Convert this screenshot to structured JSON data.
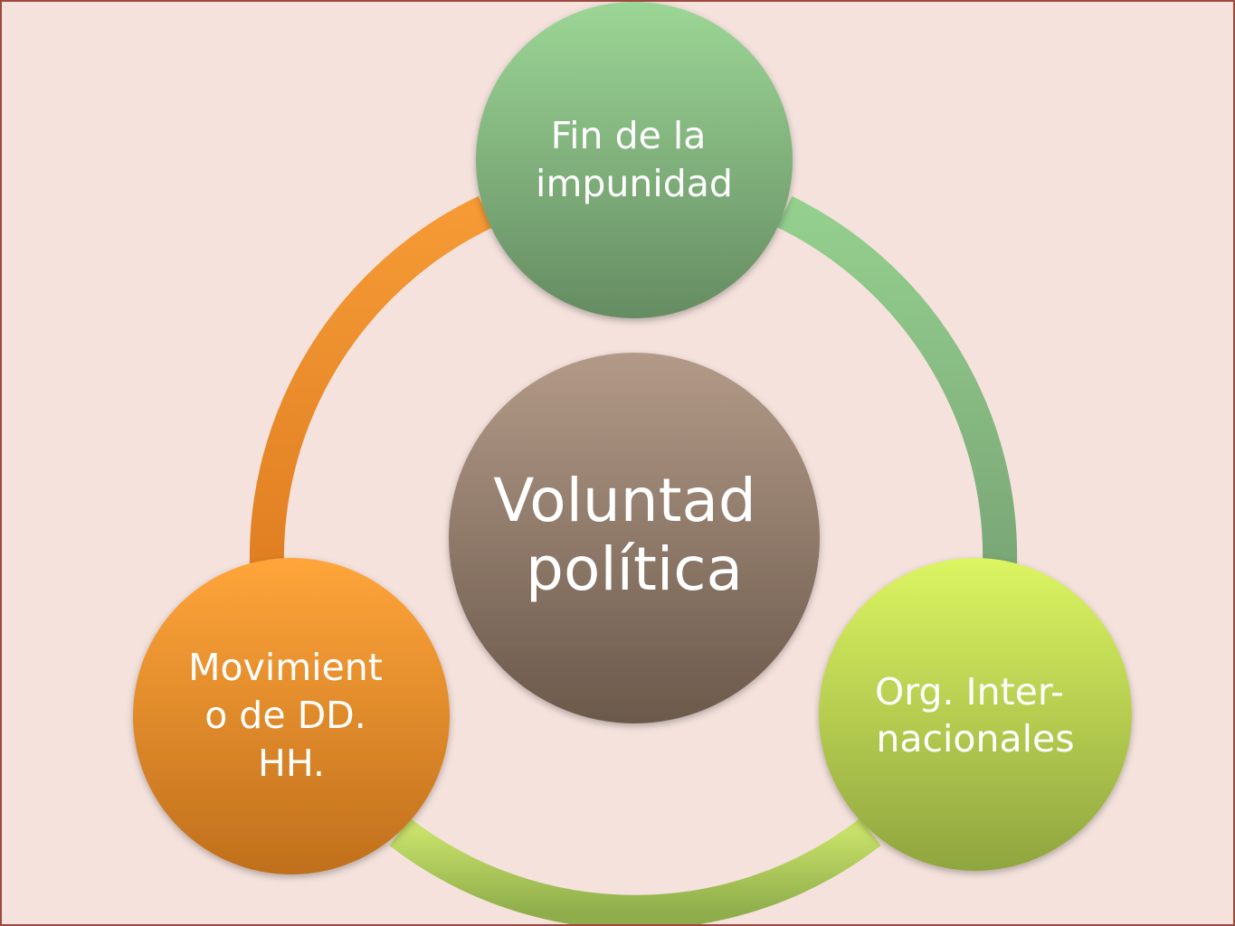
{
  "diagram": {
    "type": "cycle",
    "center": {
      "lines": [
        "Voluntad",
        "política"
      ],
      "color_top": "#b39a88",
      "color_bottom": "#6b594b"
    },
    "nodes": [
      {
        "id": "fin-impunidad",
        "lines": [
          "Fin de la",
          "impunidad"
        ],
        "color_top": "#9cd696",
        "color_bottom": "#658c62"
      },
      {
        "id": "org-internacionales",
        "lines": [
          "Org. Inter-",
          "nacionales"
        ],
        "color_top": "#dcf561",
        "color_bottom": "#8fa53f"
      },
      {
        "id": "movimiento-ddhh",
        "lines": [
          "Movimient",
          "o de DD.",
          "HH."
        ],
        "color_top": "#ffa53a",
        "color_bottom": "#c06f1c"
      }
    ],
    "ring_colors": {
      "top_right": [
        "#94cf8e",
        "#7aa676"
      ],
      "bottom": [
        "#c7e069",
        "#8fae4b"
      ],
      "left": [
        "#f59a35",
        "#e07f22"
      ]
    },
    "background": "#f5e2dd",
    "border": "#9b4a3f"
  }
}
